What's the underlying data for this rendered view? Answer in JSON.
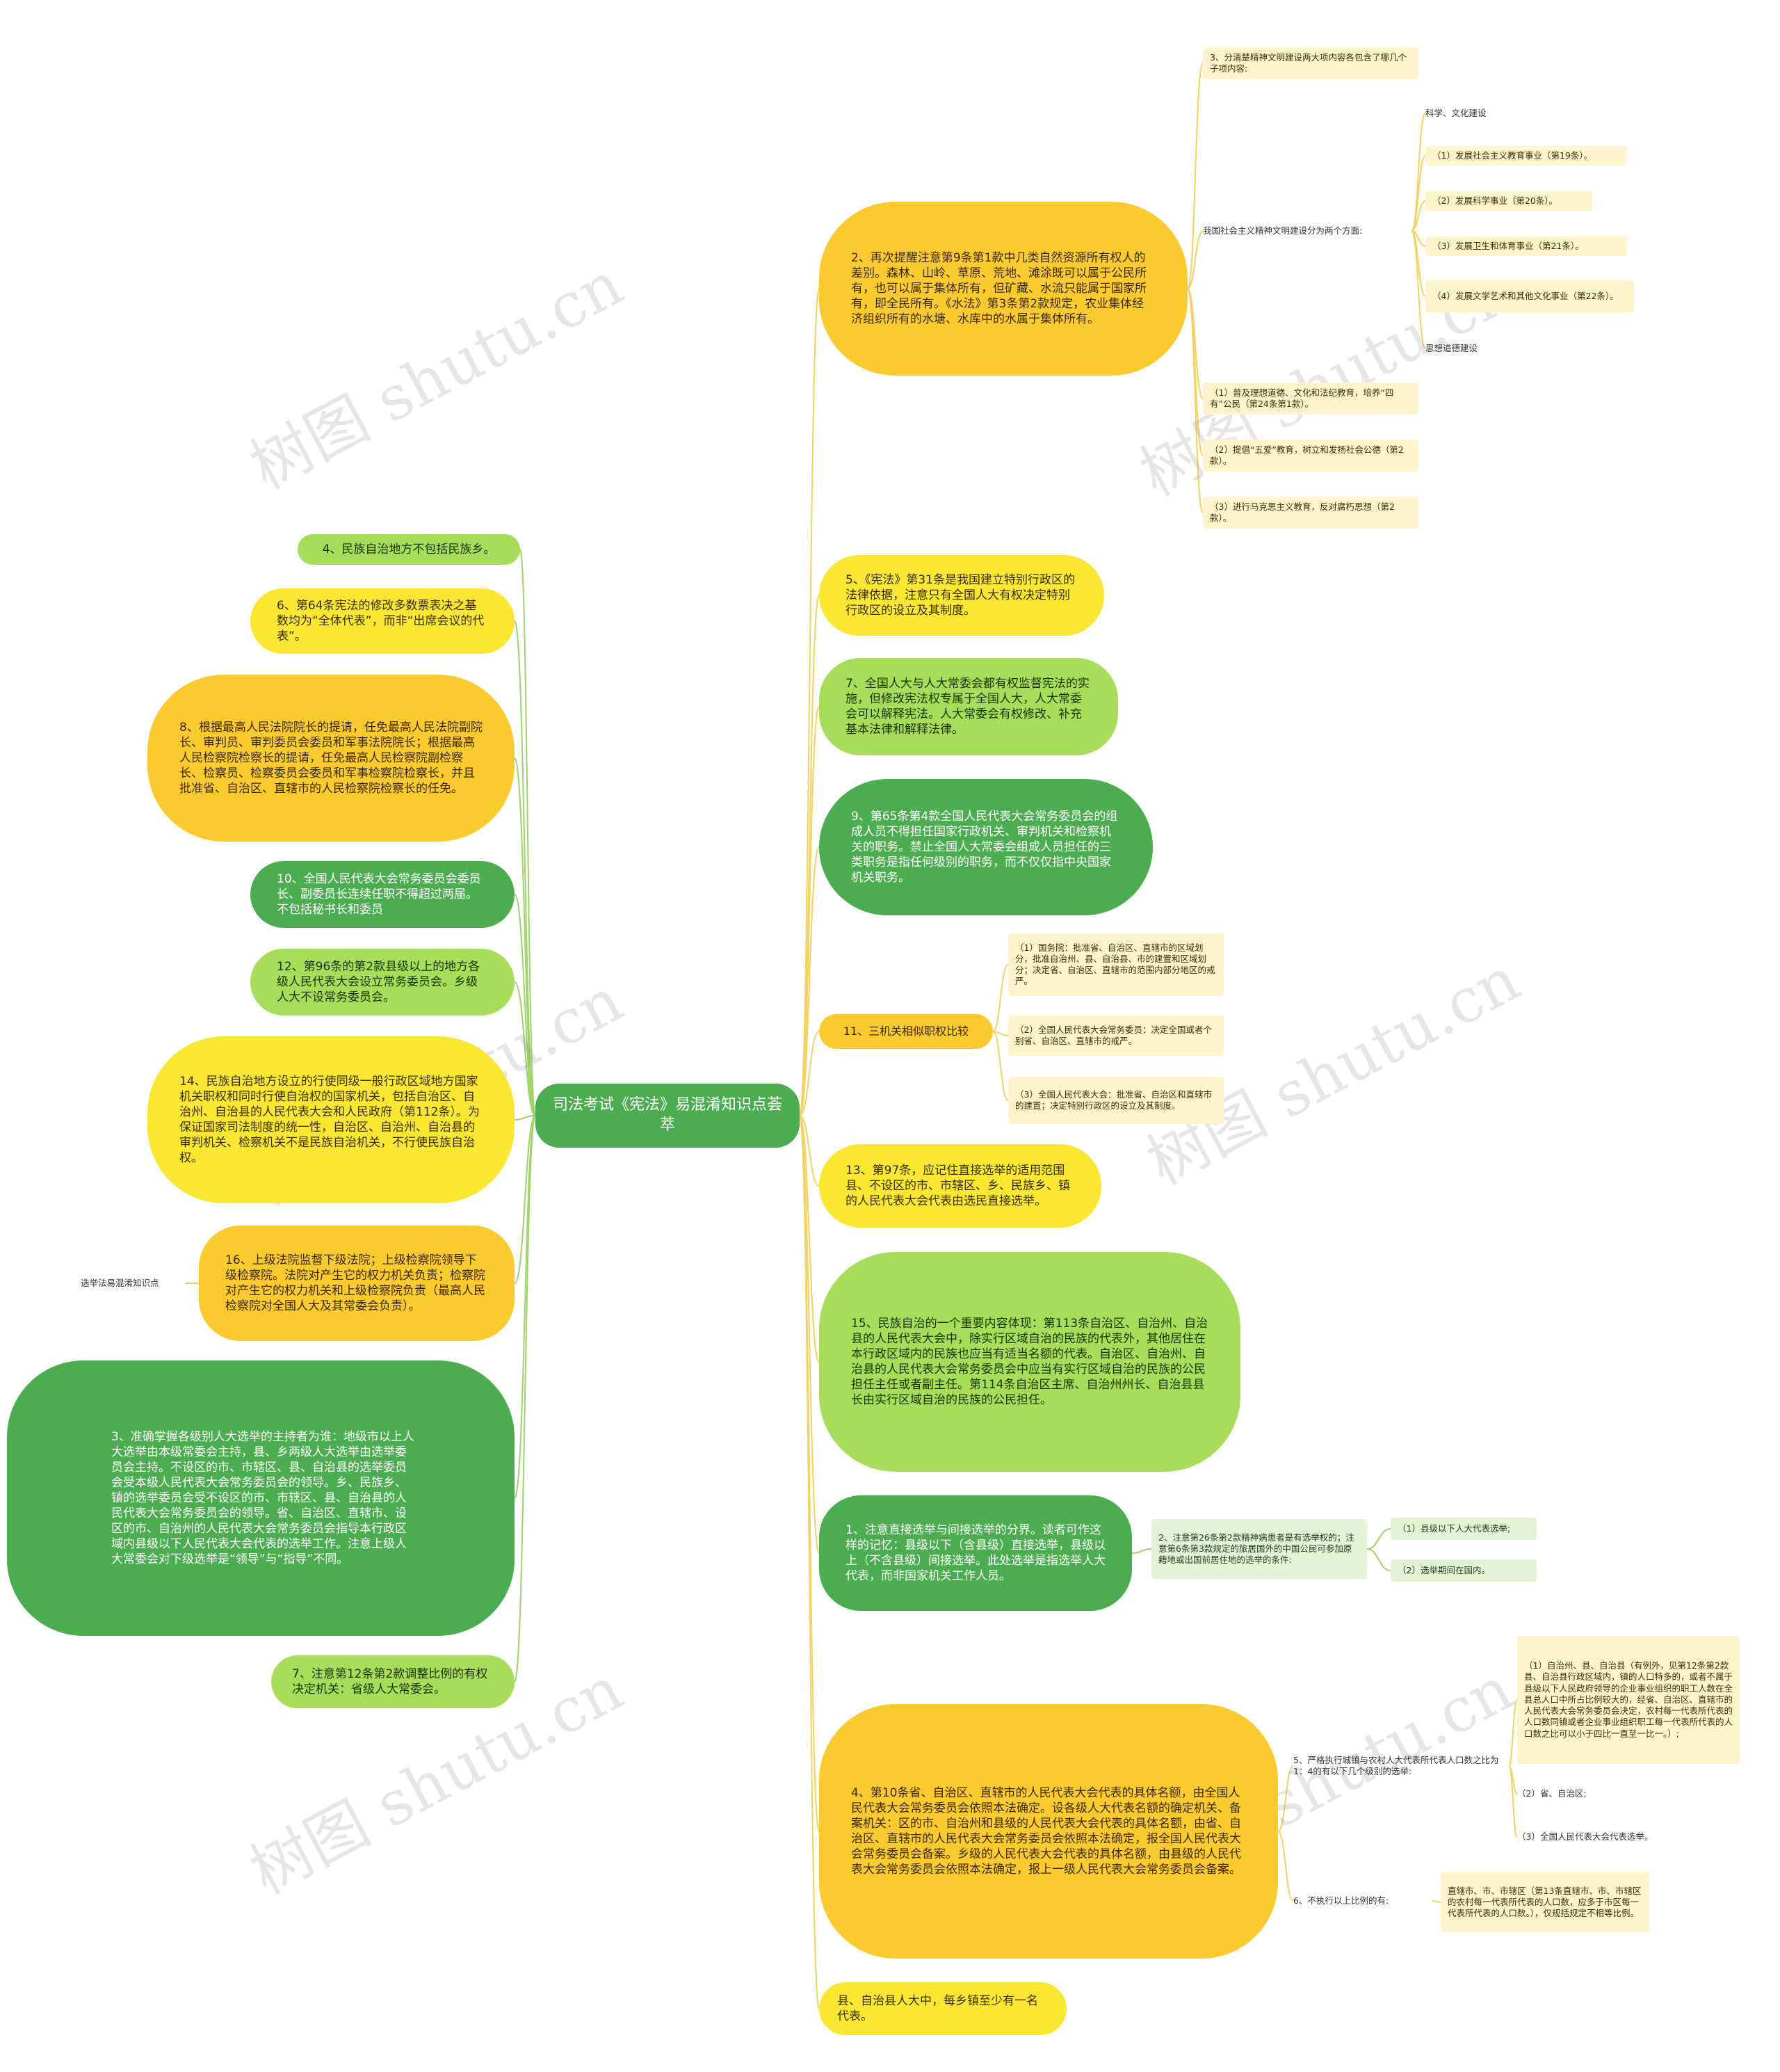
{
  "root": "司法考试《宪法》易混淆知识点荟萃",
  "side_label": "选举法易混淆知识点",
  "watermark": "树图 shutu.cn",
  "colors": {
    "yellow": "#fbca2f",
    "bright_yellow": "#fbe632",
    "lime": "#a7dd5b",
    "green": "#4cad50",
    "line_yellow": "#f3d262",
    "line_green": "#9fd26a"
  },
  "right": {
    "n2": {
      "text": "2、再次提醒注意第9条第1款中几类自然资源所有权人的差别。森林、山岭、草原、荒地、滩涂既可以属于公民所有，也可以属于集体所有，但矿藏、水流只能属于国家所有，即全民所有。《水法》第3条第2款规定，农业集体经济组织所有的水塘、水库中的水属于集体所有。",
      "c3": "3、分清楚精神文明建设两大项内容各包含了哪几个子项内容:",
      "c_two": "我国社会主义精神文明建设分为两个方面:",
      "g_culture": "科学、文化建设",
      "g_items": [
        "（1）发展社会主义教育事业（第19条）。",
        "（2）发展科学事业（第20条）。",
        "（3）发展卫生和体育事业（第21条）。",
        "（4）发展文学艺术和其他文化事业（第22条）。"
      ],
      "g_thought": "思想道德建设",
      "t_items": [
        "（1）普及理想道德、文化和法纪教育，培养“四有”公民（第24条第1款）。",
        "（2）提倡“五爱”教育，树立和发扬社会公德（第2款）。",
        "（3）进行马克思主义教育，反对腐朽思想（第2款）。"
      ]
    },
    "n5": "5、《宪法》第31条是我国建立特别行政区的法律依据，注意只有全国人大有权决定特别行政区的设立及其制度。",
    "n7": "7、全国人大与人大常委会都有权监督宪法的实施，但修改宪法权专属于全国人大，人大常委会可以解释宪法。人大常委会有权修改、补充基本法律和解释法律。",
    "n9": "9、第65条第4款全国人民代表大会常务委员会的组成人员不得担任国家行政机关、审判机关和检察机关的职务。禁止全国人大常委会组成人员担任的三类职务是指任何级别的职务，而不仅仅指中央国家机关职务。",
    "n11": {
      "text": "11、三机关相似职权比较",
      "items": [
        "（1）国务院：批准省、自治区、直辖市的区域划分，批准自治州、县、自治县、市的建置和区域划分；决定省、自治区、直辖市的范围内部分地区的戒严。",
        "（2）全国人民代表大会常务委员：决定全国或者个别省、自治区、直辖市的戒严。",
        "（3）全国人民代表大会：批准省、自治区和直辖市的建置；决定特别行政区的设立及其制度。"
      ]
    },
    "n13": "13、第97条，应记住直接选举的适用范围县、不设区的市、市辖区、乡、民族乡、镇的人民代表大会代表由选民直接选举。",
    "n15": "15、民族自治的一个重要内容体现：第113条自治区、自治州、自治县的人民代表大会中，除实行区域自治的民族的代表外，其他居住在本行政区域内的民族也应当有适当名额的代表。自治区、自治州、自治县的人民代表大会常务委员会中应当有实行区域自治的民族的公民担任主任或者副主任。第114条自治区主席、自治州州长、自治县县长由实行区域自治的民族的公民担任。",
    "s1": {
      "text": "1、注意直接选举与间接选举的分界。读者可作这样的记忆：县级以下（含县级）直接选举，县级以上（不含县级）间接选举。此处选举是指选举人大代表，而非国家机关工作人员。",
      "c2": "2、注意第26条第2款精神病患者是有选举权的；注意第6条第3款规定的旅居国外的中国公民可参加原籍地或出国前居住地的选举的条件:",
      "items": [
        "（1）县级以下人大代表选举;",
        "（2）选举期间在国内。"
      ]
    },
    "s4": {
      "text": "4、第10条省、自治区、直辖市的人民代表大会代表的具体名额，由全国人民代表大会常务委员会依照本法确定。设各级人大代表名额的确定机关、备案机关：区的市、自治州和县级的人民代表大会代表的具体名额，由省、自治区、直辖市的人民代表大会常务委员会依照本法确定，报全国人民代表大会常务委员会备案。乡级的人民代表大会代表的具体名额，由县级的人民代表大会常务委员会依照本法确定，报上一级人民代表大会常务委员会备案。",
      "c5": "5、严格执行城镇与农村人大代表所代表人口数之比为1：4的有以下几个级别的选举:",
      "c5_items": [
        "（1）自治州、县、自治县（有例外，见第12条第2款县、自治县行政区域内，镇的人口特多的，或者不属于县级以下人民政府领导的企业事业组织的职工人数在全县总人口中所占比例较大的，经省、自治区、直辖市的人民代表大会常务委员会决定，农村每一代表所代表的人口数同镇或者企业事业组织职工每一代表所代表的人口数之比可以小于四比一直至一比一。）;",
        "（2）省、自治区;",
        "（3）全国人民代表大会代表选举。"
      ],
      "c6": "6、不执行以上比例的有:",
      "c6_item": "直辖市、市、市辖区（第13条直辖市、市、市辖区的农村每一代表所代表的人口数，应多于市区每一代表所代表的人口数。），仅规括规定不相等比例。"
    },
    "s_last": "县、自治县人大中，每乡镇至少有一名代表。"
  },
  "left": {
    "n4": "4、民族自治地方不包括民族乡。",
    "n6": "6、第64条宪法的修改多数票表决之基数均为“全体代表”，而非“出席会议的代表”。",
    "n8": "8、根据最高人民法院院长的提请，任免最高人民法院副院长、审判员、审判委员会委员和军事法院院长；根据最高人民检察院检察长的提请，任免最高人民检察院副检察长、检察员、检察委员会委员和军事检察院检察长，并且批准省、自治区、直辖市的人民检察院检察长的任免。",
    "n10": "10、全国人民代表大会常务委员会委员长、副委员长连续任职不得超过两届。不包括秘书长和委员",
    "n12": "12、第96条的第2款县级以上的地方各级人民代表大会设立常务委员会。乡级人大不设常务委员会。",
    "n14": "14、民族自治地方设立的行使同级一般行政区域地方国家机关职权和同时行使自治权的国家机关，包括自治区、自治州、自治县的人民代表大会和人民政府（第112条）。为保证国家司法制度的统一性，自治区、自治州、自治县的审判机关、检察机关不是民族自治机关，不行使民族自治权。",
    "n16": "16、上级法院监督下级法院；上级检察院领导下级检察院。法院对产生它的权力机关负责；检察院对产生它的权力机关和上级检察院负责（最高人民检察院对全国人大及其常委会负责）。",
    "s3": "3、准确掌握各级别人大选举的主持者为谁：地级市以上人大选举由本级常委会主持，县、乡两级人大选举由选举委员会主持。不设区的市、市辖区、县、自治县的选举委员会受本级人民代表大会常务委员会的领导。乡、民族乡、镇的选举委员会受不设区的市、市辖区、县、自治县的人民代表大会常务委员会的领导。省、自治区、直辖市、设区的市、自治州的人民代表大会常务委员会指导本行政区域内县级以下人民代表大会代表的选举工作。注意上级人大常委会对下级选举是“领导”与“指导”不同。",
    "s7": "7、注意第12条第2款调整比例的有权决定机关：省级人大常委会。"
  }
}
